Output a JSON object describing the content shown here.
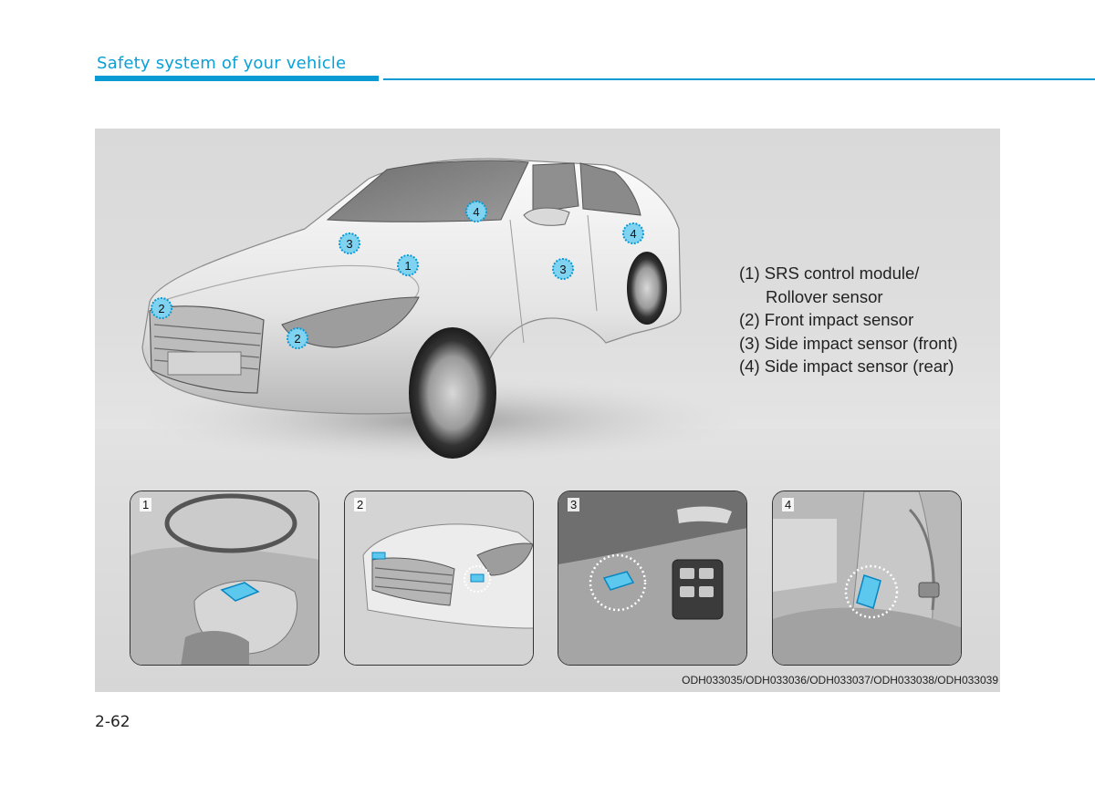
{
  "header": {
    "section_title": "Safety system of your vehicle",
    "accent_color": "#0a9ad4"
  },
  "figure": {
    "callouts": [
      "1",
      "2",
      "2",
      "3",
      "3",
      "4",
      "4"
    ],
    "legend": [
      {
        "number": "(1)",
        "label": "SRS control module/",
        "label_cont": "Rollover sensor"
      },
      {
        "number": "(2)",
        "label": "Front impact sensor"
      },
      {
        "number": "(3)",
        "label": "Side impact sensor (front)"
      },
      {
        "number": "(4)",
        "label": "Side impact sensor (rear)"
      }
    ],
    "thumbnails": [
      {
        "number": "1",
        "depicts": "center-console-sensor"
      },
      {
        "number": "2",
        "depicts": "front-bumper-sensors"
      },
      {
        "number": "3",
        "depicts": "front-door-sensor"
      },
      {
        "number": "4",
        "depicts": "rear-pillar-sensor"
      }
    ],
    "image_codes": "ODH033035/ODH033036/ODH033037/ODH033038/ODH033039"
  },
  "footer": {
    "page_number": "2-62"
  }
}
